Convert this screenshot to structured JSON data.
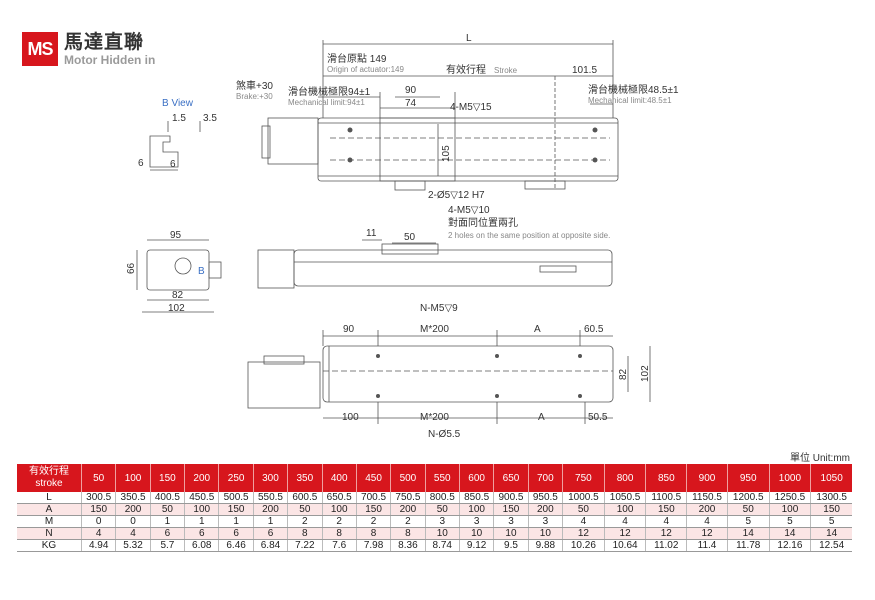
{
  "brand": {
    "name_zh": "馬達直聯",
    "name_en": "Motor Hidden in",
    "badge": "MS"
  },
  "accent_color": "#d7161d",
  "top_view": {
    "dim_L": "L",
    "origin_zh": "滑台原點 149",
    "origin_en": "Origin of actuator:149",
    "stroke_zh": "有效行程",
    "stroke_en": "Stroke",
    "dim_101_5": "101.5",
    "brake_zh": "煞車+30",
    "brake_en": "Brake:+30",
    "mech_left_zh": "滑台機械極限94±1",
    "mech_left_en": "Mechanical limit:94±1",
    "mech_right_zh": "滑台機械極限48.5±1",
    "mech_right_en": "Mechanical limit:48.5±1",
    "dim_90": "90",
    "dim_74": "74",
    "hole_m5": "4-M5▽15",
    "dim_105": "105",
    "hole_pin": "2-Ø5▽12 H7"
  },
  "b_view": {
    "label": "B View",
    "d1": "1.5",
    "d2": "3.5",
    "d3": "6",
    "d4": "6"
  },
  "end_view": {
    "w95": "95",
    "h66": "66",
    "w82": "82",
    "w102": "102",
    "b_label": "B"
  },
  "side_view": {
    "hole_zh": "4-M5▽10",
    "hole_zh2": "對面同位置兩孔",
    "hole_en": "2 holes on the same position at opposite side.",
    "d11": "11",
    "d50": "50"
  },
  "bottom_view": {
    "hole_n": "N-M5▽9",
    "d90": "90",
    "m200_top": "M*200",
    "a_top": "A",
    "d60_5": "60.5",
    "d82": "82",
    "d102": "102",
    "d100": "100",
    "m200_bottom": "M*200",
    "a_bottom": "A",
    "d50_5": "50.5",
    "hole_d": "N-Ø5.5"
  },
  "unit_label": "單位 Unit:mm",
  "spec_table": {
    "header_zh": "有效行程",
    "header_en": "stroke",
    "strokes": [
      "50",
      "100",
      "150",
      "200",
      "250",
      "300",
      "350",
      "400",
      "450",
      "500",
      "550",
      "600",
      "650",
      "700",
      "750",
      "800",
      "850",
      "900",
      "950",
      "1000",
      "1050"
    ],
    "rows": [
      {
        "label": "L",
        "values": [
          "300.5",
          "350.5",
          "400.5",
          "450.5",
          "500.5",
          "550.5",
          "600.5",
          "650.5",
          "700.5",
          "750.5",
          "800.5",
          "850.5",
          "900.5",
          "950.5",
          "1000.5",
          "1050.5",
          "1100.5",
          "1150.5",
          "1200.5",
          "1250.5",
          "1300.5"
        ]
      },
      {
        "label": "A",
        "values": [
          "150",
          "200",
          "50",
          "100",
          "150",
          "200",
          "50",
          "100",
          "150",
          "200",
          "50",
          "100",
          "150",
          "200",
          "50",
          "100",
          "150",
          "200",
          "50",
          "100",
          "150"
        ]
      },
      {
        "label": "M",
        "values": [
          "0",
          "0",
          "1",
          "1",
          "1",
          "1",
          "2",
          "2",
          "2",
          "2",
          "3",
          "3",
          "3",
          "3",
          "4",
          "4",
          "4",
          "4",
          "5",
          "5",
          "5"
        ]
      },
      {
        "label": "N",
        "values": [
          "4",
          "4",
          "6",
          "6",
          "6",
          "6",
          "8",
          "8",
          "8",
          "8",
          "10",
          "10",
          "10",
          "10",
          "12",
          "12",
          "12",
          "12",
          "14",
          "14",
          "14"
        ]
      },
      {
        "label": "KG",
        "values": [
          "4.94",
          "5.32",
          "5.7",
          "6.08",
          "6.46",
          "6.84",
          "7.22",
          "7.6",
          "7.98",
          "8.36",
          "8.74",
          "9.12",
          "9.5",
          "9.88",
          "10.26",
          "10.64",
          "11.02",
          "11.4",
          "11.78",
          "12.16",
          "12.54"
        ]
      }
    ]
  }
}
